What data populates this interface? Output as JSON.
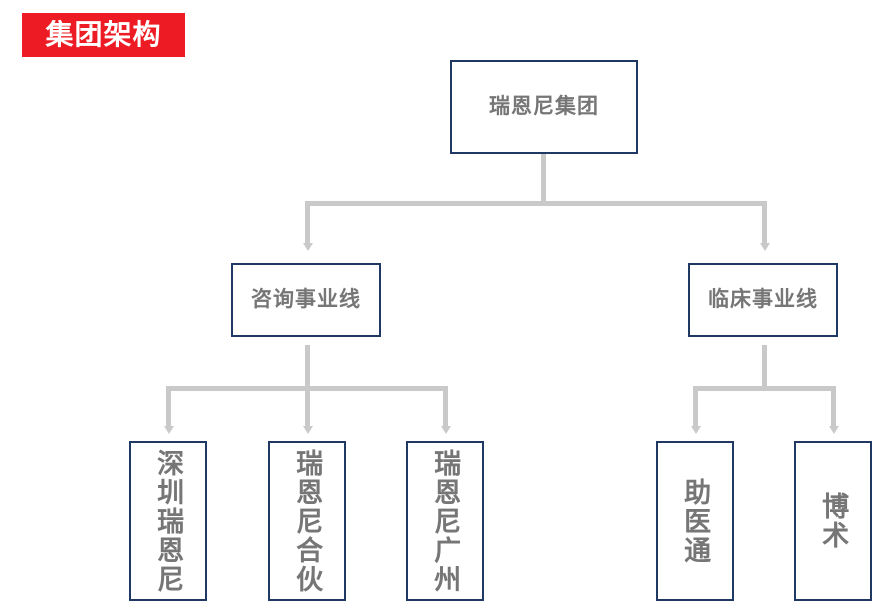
{
  "title": {
    "label": "集团架构"
  },
  "colors": {
    "badge_background": "#ED1C24",
    "badge_text": "#FFFFFF",
    "node_border": "#1F3864",
    "node_text": "#767676",
    "connector": "#C9C9C9",
    "canvas_background": "#FFFFFF"
  },
  "chart_data": {
    "type": "diagram",
    "diagram_kind": "org-chart",
    "title": "集团架构",
    "root": "瑞恩尼集团",
    "nodes": [
      {
        "id": "root",
        "label": "瑞恩尼集团",
        "level": 0,
        "orientation": "horizontal"
      },
      {
        "id": "consulting",
        "label": "咨询事业线",
        "level": 1,
        "orientation": "horizontal"
      },
      {
        "id": "clinical",
        "label": "临床事业线",
        "level": 1,
        "orientation": "horizontal"
      },
      {
        "id": "shenzhen",
        "label": "深圳瑞恩尼",
        "level": 2,
        "orientation": "vertical"
      },
      {
        "id": "partnership",
        "label": "瑞恩尼合伙",
        "level": 2,
        "orientation": "vertical"
      },
      {
        "id": "guangzhou",
        "label": "瑞恩尼广州",
        "level": 2,
        "orientation": "vertical"
      },
      {
        "id": "zhuyitong",
        "label": "助医通",
        "level": 2,
        "orientation": "vertical"
      },
      {
        "id": "boshu",
        "label": "博术",
        "level": 2,
        "orientation": "vertical"
      }
    ],
    "edges": [
      {
        "from": "root",
        "to": "consulting"
      },
      {
        "from": "root",
        "to": "clinical"
      },
      {
        "from": "consulting",
        "to": "shenzhen"
      },
      {
        "from": "consulting",
        "to": "partnership"
      },
      {
        "from": "consulting",
        "to": "guangzhou"
      },
      {
        "from": "clinical",
        "to": "zhuyitong"
      },
      {
        "from": "clinical",
        "to": "boshu"
      }
    ]
  }
}
